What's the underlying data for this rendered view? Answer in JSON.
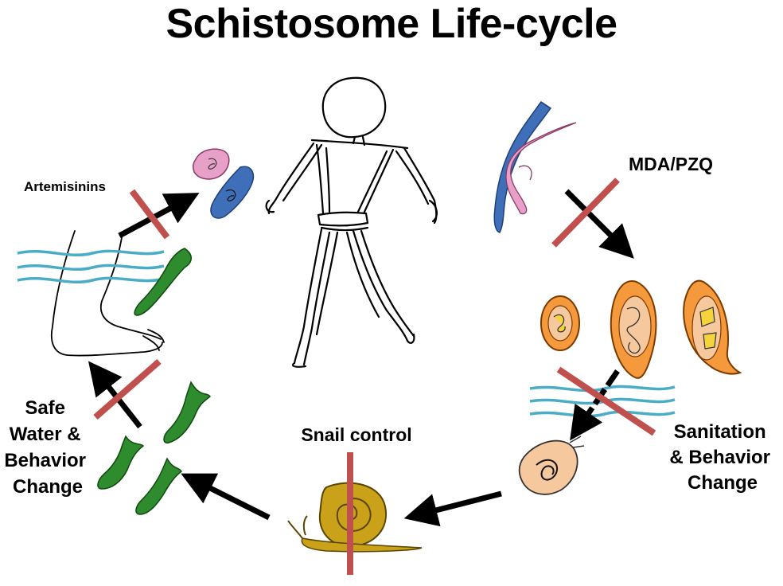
{
  "diagram": {
    "title": "Schistosome Life-cycle",
    "interventions": {
      "artemisinins": "Artemisinins",
      "mda_pzq": "MDA/PZQ",
      "sanitation": [
        "Sanitation",
        "& Behavior",
        "Change"
      ],
      "snail_control": "Snail control",
      "safe_water": [
        "Safe",
        "Water &",
        "Behavior",
        "Change"
      ]
    },
    "colors": {
      "block_bar": "#c0504d",
      "arrow": "#000000",
      "water": "#4bacc6",
      "cercaria": "#2e8b2e",
      "schistosomulum_pink": "#e7a1c8",
      "schistosomulum_blue": "#3f6fb8",
      "egg_orange": "#f59a3c",
      "miracidium": "#f6c89e",
      "snail": "#c9a21a"
    }
  }
}
